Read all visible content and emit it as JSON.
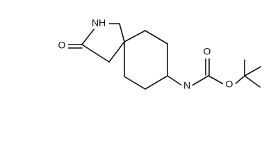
{
  "molecule": {
    "atom_labels": {
      "ring_nitrogen": "NH",
      "ketone_oxygen": "O",
      "carbamate_nitrogen": "N",
      "carbonyl_oxygen": "O",
      "ester_oxygen": "O"
    }
  }
}
